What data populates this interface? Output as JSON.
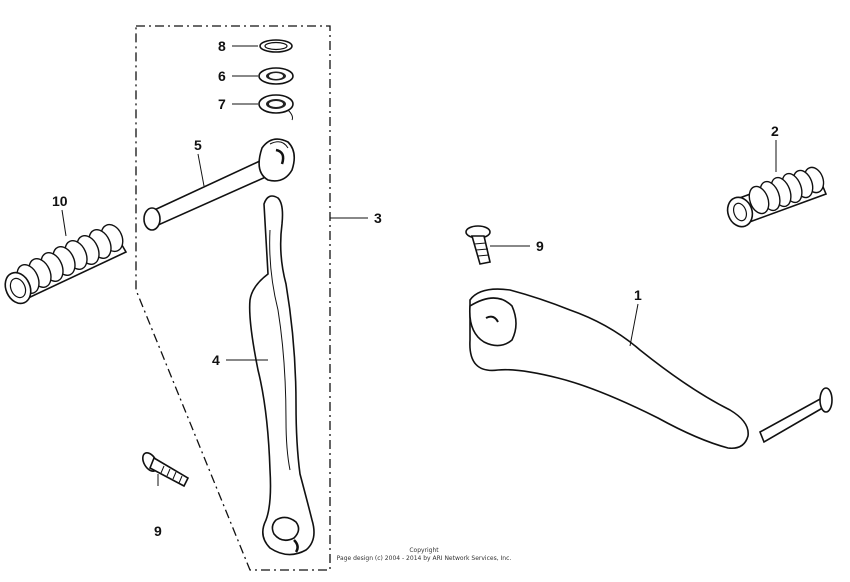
{
  "callouts": {
    "c1": "1",
    "c2": "2",
    "c3": "3",
    "c4": "4",
    "c5": "5",
    "c6": "6",
    "c7": "7",
    "c8": "8",
    "c9_right": "9",
    "c9_bottom": "9",
    "c10": "10"
  },
  "copyright": {
    "line1": "Copyright",
    "line2": "Page design (c) 2004 - 2014 by ARI Network Services, Inc."
  }
}
